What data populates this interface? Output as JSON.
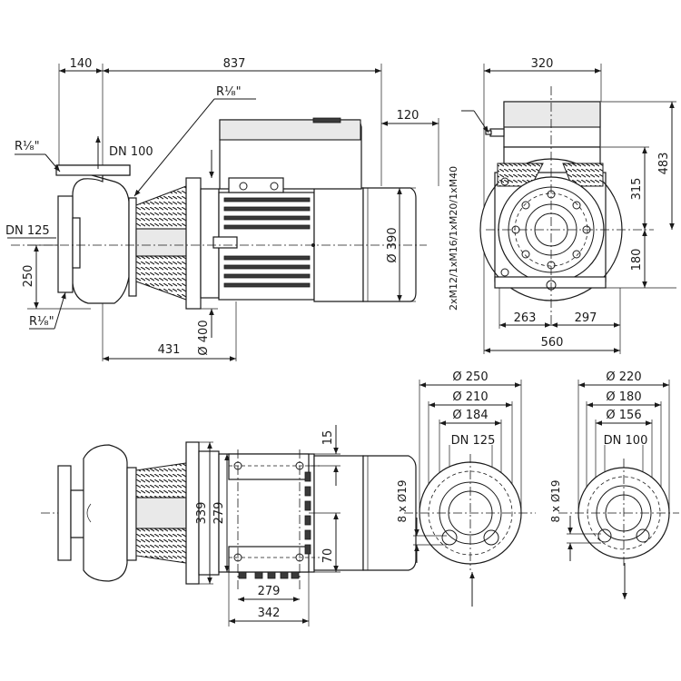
{
  "dims": {
    "d140": "140",
    "d837": "837",
    "d120": "120",
    "d320": "320",
    "d483": "483",
    "d315": "315",
    "d180": "180",
    "d263": "263",
    "d297": "297",
    "d560": "560",
    "d250": "250",
    "d431": "431",
    "d390": "Ø 390",
    "d400": "Ø 400",
    "d339": "339",
    "d279v": "279",
    "d15": "15",
    "d70": "70",
    "d279h": "279",
    "d342": "342"
  },
  "labels": {
    "r_top_left": "R¹⁄₈\"",
    "r_top_mid": "R¹⁄₈\"",
    "r_bottom": "R¹⁄₈\"",
    "dn100_side": "DN 100",
    "dn125_side": "DN 125",
    "cable_glands": "2xM12/1xM16/1xM20/1xM40"
  },
  "flange_125": {
    "d1": "Ø 250",
    "d2": "Ø 210",
    "d3": "Ø 184",
    "dn": "DN 125",
    "holes": "8 x Ø19"
  },
  "flange_100": {
    "d1": "Ø 220",
    "d2": "Ø 180",
    "d3": "Ø 156",
    "dn": "DN 100",
    "holes": "8 x Ø19"
  }
}
